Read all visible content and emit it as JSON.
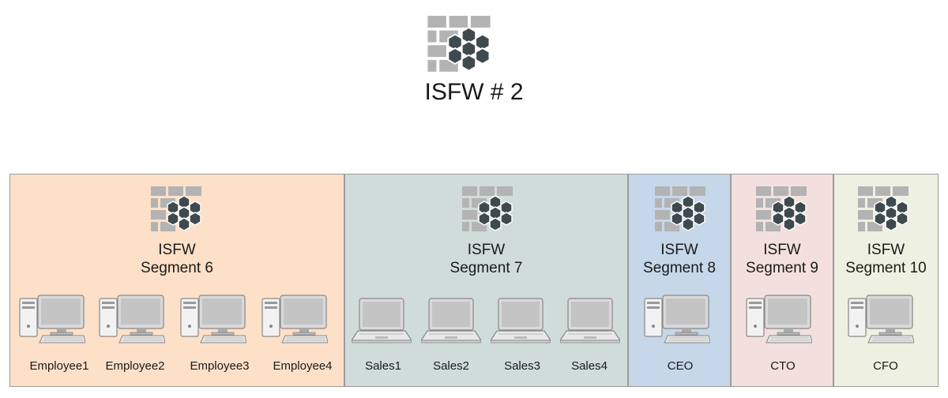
{
  "top_firewall": {
    "label": "ISFW # 2",
    "icon": "firewall-icon"
  },
  "colors": {
    "segment_6": "#fde0c8",
    "segment_7": "#cfdcda",
    "segment_8": "#c6d7e9",
    "segment_9": "#f3e0de",
    "segment_10": "#eef0e1",
    "brick": "#b3b3b3",
    "hex": "#3e4a4e"
  },
  "segments": [
    {
      "line1": "ISFW",
      "line2": "Segment 6",
      "devices": [
        {
          "label": "Employee1",
          "icon": "desktop-computer-icon"
        },
        {
          "label": "Employee2",
          "icon": "desktop-computer-icon"
        },
        {
          "label": "Employee3",
          "icon": "desktop-computer-icon"
        },
        {
          "label": "Employee4",
          "icon": "desktop-computer-icon"
        }
      ]
    },
    {
      "line1": "ISFW",
      "line2": "Segment 7",
      "devices": [
        {
          "label": "Sales1",
          "icon": "laptop-icon"
        },
        {
          "label": "Sales2",
          "icon": "laptop-icon"
        },
        {
          "label": "Sales3",
          "icon": "laptop-icon"
        },
        {
          "label": "Sales4",
          "icon": "laptop-icon"
        }
      ]
    },
    {
      "line1": "ISFW",
      "line2": "Segment 8",
      "devices": [
        {
          "label": "CEO",
          "icon": "desktop-computer-icon"
        }
      ]
    },
    {
      "line1": "ISFW",
      "line2": "Segment 9",
      "devices": [
        {
          "label": "CTO",
          "icon": "desktop-computer-icon"
        }
      ]
    },
    {
      "line1": "ISFW",
      "line2": "Segment 10",
      "devices": [
        {
          "label": "CFO",
          "icon": "desktop-computer-icon"
        }
      ]
    }
  ]
}
